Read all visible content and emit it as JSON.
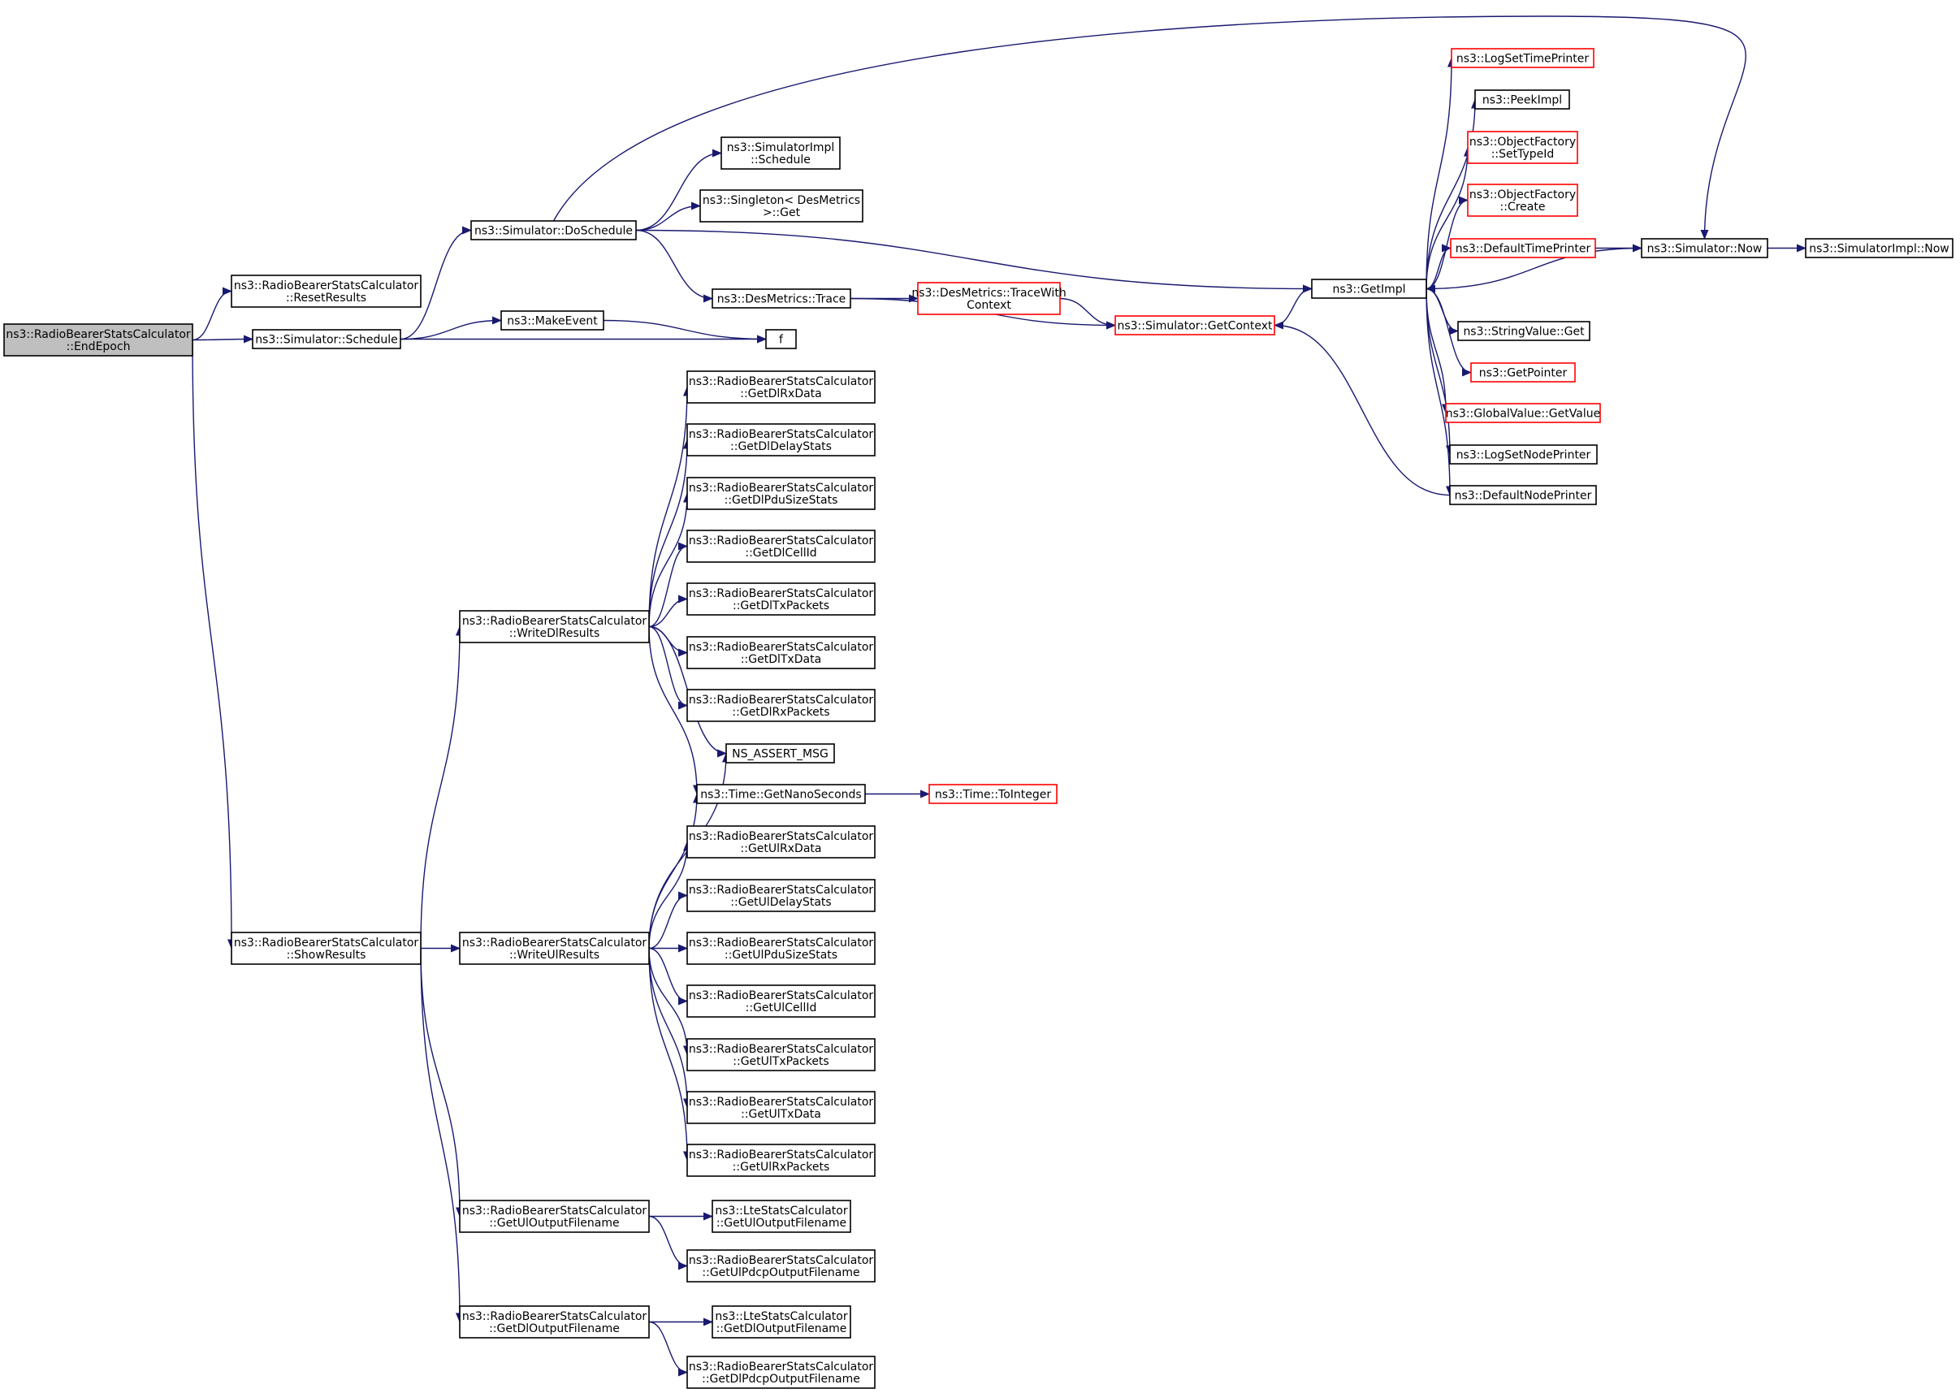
{
  "colors": {
    "edge": "#191970",
    "border_normal": "#000000",
    "border_truncated": "#ff0000",
    "root_fill": "#bfbfbf",
    "fill": "#ffffff"
  },
  "nodes": [
    {
      "id": "endEpoch",
      "lines": [
        "ns3::RadioBearerStatsCalculator",
        "::EndEpoch"
      ],
      "style": "root"
    },
    {
      "id": "resetResults",
      "lines": [
        "ns3::RadioBearerStatsCalculator",
        "::ResetResults"
      ],
      "style": "normal"
    },
    {
      "id": "simSchedule",
      "lines": [
        "ns3::Simulator::Schedule"
      ],
      "style": "normal"
    },
    {
      "id": "showResults",
      "lines": [
        "ns3::RadioBearerStatsCalculator",
        "::ShowResults"
      ],
      "style": "normal"
    },
    {
      "id": "doSchedule",
      "lines": [
        "ns3::Simulator::DoSchedule"
      ],
      "style": "normal"
    },
    {
      "id": "makeEvent",
      "lines": [
        "ns3::MakeEvent"
      ],
      "style": "normal"
    },
    {
      "id": "f",
      "lines": [
        "f"
      ],
      "style": "normal"
    },
    {
      "id": "simImplSchedule",
      "lines": [
        "ns3::SimulatorImpl",
        "::Schedule"
      ],
      "style": "normal"
    },
    {
      "id": "singletonGet",
      "lines": [
        "ns3::Singleton< DesMetrics",
        ">::Get"
      ],
      "style": "normal"
    },
    {
      "id": "desTrace",
      "lines": [
        "ns3::DesMetrics::Trace"
      ],
      "style": "normal"
    },
    {
      "id": "traceWithContext",
      "lines": [
        "ns3::DesMetrics::TraceWith",
        "Context"
      ],
      "style": "truncated"
    },
    {
      "id": "getContext",
      "lines": [
        "ns3::Simulator::GetContext"
      ],
      "style": "truncated"
    },
    {
      "id": "getImpl",
      "lines": [
        "ns3::GetImpl"
      ],
      "style": "normal"
    },
    {
      "id": "logSetTimePrinter",
      "lines": [
        "ns3::LogSetTimePrinter"
      ],
      "style": "truncated"
    },
    {
      "id": "peekImpl",
      "lines": [
        "ns3::PeekImpl"
      ],
      "style": "normal"
    },
    {
      "id": "setTypeId",
      "lines": [
        "ns3::ObjectFactory",
        "::SetTypeId"
      ],
      "style": "truncated"
    },
    {
      "id": "ofCreate",
      "lines": [
        "ns3::ObjectFactory",
        "::Create"
      ],
      "style": "truncated"
    },
    {
      "id": "defaultTimePrinter",
      "lines": [
        "ns3::DefaultTimePrinter"
      ],
      "style": "truncated"
    },
    {
      "id": "simNow",
      "lines": [
        "ns3::Simulator::Now"
      ],
      "style": "normal"
    },
    {
      "id": "simImplNow",
      "lines": [
        "ns3::SimulatorImpl::Now"
      ],
      "style": "normal"
    },
    {
      "id": "stringValueGet",
      "lines": [
        "ns3::StringValue::Get"
      ],
      "style": "normal"
    },
    {
      "id": "getPointer",
      "lines": [
        "ns3::GetPointer"
      ],
      "style": "truncated"
    },
    {
      "id": "globalGetValue",
      "lines": [
        "ns3::GlobalValue::GetValue"
      ],
      "style": "truncated"
    },
    {
      "id": "logSetNodePrinter",
      "lines": [
        "ns3::LogSetNodePrinter"
      ],
      "style": "normal"
    },
    {
      "id": "defaultNodePrinter",
      "lines": [
        "ns3::DefaultNodePrinter"
      ],
      "style": "normal"
    },
    {
      "id": "writeDl",
      "lines": [
        "ns3::RadioBearerStatsCalculator",
        "::WriteDlResults"
      ],
      "style": "normal"
    },
    {
      "id": "getDlRxData",
      "lines": [
        "ns3::RadioBearerStatsCalculator",
        "::GetDlRxData"
      ],
      "style": "normal"
    },
    {
      "id": "getDlDelayStats",
      "lines": [
        "ns3::RadioBearerStatsCalculator",
        "::GetDlDelayStats"
      ],
      "style": "normal"
    },
    {
      "id": "getDlPduSizeStats",
      "lines": [
        "ns3::RadioBearerStatsCalculator",
        "::GetDlPduSizeStats"
      ],
      "style": "normal"
    },
    {
      "id": "getDlCellId",
      "lines": [
        "ns3::RadioBearerStatsCalculator",
        "::GetDlCellId"
      ],
      "style": "normal"
    },
    {
      "id": "getDlTxPackets",
      "lines": [
        "ns3::RadioBearerStatsCalculator",
        "::GetDlTxPackets"
      ],
      "style": "normal"
    },
    {
      "id": "getDlTxData",
      "lines": [
        "ns3::RadioBearerStatsCalculator",
        "::GetDlTxData"
      ],
      "style": "normal"
    },
    {
      "id": "getDlRxPackets",
      "lines": [
        "ns3::RadioBearerStatsCalculator",
        "::GetDlRxPackets"
      ],
      "style": "normal"
    },
    {
      "id": "nsAssertMsg",
      "lines": [
        "NS_ASSERT_MSG"
      ],
      "style": "normal"
    },
    {
      "id": "getNanoSeconds",
      "lines": [
        "ns3::Time::GetNanoSeconds"
      ],
      "style": "normal"
    },
    {
      "id": "toInteger",
      "lines": [
        "ns3::Time::ToInteger"
      ],
      "style": "truncated"
    },
    {
      "id": "writeUl",
      "lines": [
        "ns3::RadioBearerStatsCalculator",
        "::WriteUlResults"
      ],
      "style": "normal"
    },
    {
      "id": "getUlRxData",
      "lines": [
        "ns3::RadioBearerStatsCalculator",
        "::GetUlRxData"
      ],
      "style": "normal"
    },
    {
      "id": "getUlDelayStats",
      "lines": [
        "ns3::RadioBearerStatsCalculator",
        "::GetUlDelayStats"
      ],
      "style": "normal"
    },
    {
      "id": "getUlPduSizeStats",
      "lines": [
        "ns3::RadioBearerStatsCalculator",
        "::GetUlPduSizeStats"
      ],
      "style": "normal"
    },
    {
      "id": "getUlCellId",
      "lines": [
        "ns3::RadioBearerStatsCalculator",
        "::GetUlCellId"
      ],
      "style": "normal"
    },
    {
      "id": "getUlTxPackets",
      "lines": [
        "ns3::RadioBearerStatsCalculator",
        "::GetUlTxPackets"
      ],
      "style": "normal"
    },
    {
      "id": "getUlTxData",
      "lines": [
        "ns3::RadioBearerStatsCalculator",
        "::GetUlTxData"
      ],
      "style": "normal"
    },
    {
      "id": "getUlRxPackets",
      "lines": [
        "ns3::RadioBearerStatsCalculator",
        "::GetUlRxPackets"
      ],
      "style": "normal"
    },
    {
      "id": "getUlOutputFilename",
      "lines": [
        "ns3::RadioBearerStatsCalculator",
        "::GetUlOutputFilename"
      ],
      "style": "normal"
    },
    {
      "id": "lteGetUlOutputFilename",
      "lines": [
        "ns3::LteStatsCalculator",
        "::GetUlOutputFilename"
      ],
      "style": "normal"
    },
    {
      "id": "getUlPdcpOutputFilename",
      "lines": [
        "ns3::RadioBearerStatsCalculator",
        "::GetUlPdcpOutputFilename"
      ],
      "style": "normal"
    },
    {
      "id": "getDlOutputFilename",
      "lines": [
        "ns3::RadioBearerStatsCalculator",
        "::GetDlOutputFilename"
      ],
      "style": "normal"
    },
    {
      "id": "lteGetDlOutputFilename",
      "lines": [
        "ns3::LteStatsCalculator",
        "::GetDlOutputFilename"
      ],
      "style": "normal"
    },
    {
      "id": "getDlPdcpOutputFilename",
      "lines": [
        "ns3::RadioBearerStatsCalculator",
        "::GetDlPdcpOutputFilename"
      ],
      "style": "normal"
    }
  ],
  "edges": [
    [
      "endEpoch",
      "resetResults"
    ],
    [
      "endEpoch",
      "simSchedule"
    ],
    [
      "endEpoch",
      "showResults"
    ],
    [
      "simSchedule",
      "doSchedule"
    ],
    [
      "simSchedule",
      "makeEvent"
    ],
    [
      "simSchedule",
      "f"
    ],
    [
      "makeEvent",
      "f"
    ],
    [
      "doSchedule",
      "simImplSchedule"
    ],
    [
      "doSchedule",
      "singletonGet"
    ],
    [
      "doSchedule",
      "desTrace"
    ],
    [
      "doSchedule",
      "getImpl"
    ],
    [
      "doSchedule",
      "simNow"
    ],
    [
      "desTrace",
      "traceWithContext"
    ],
    [
      "desTrace",
      "getContext"
    ],
    [
      "traceWithContext",
      "getContext"
    ],
    [
      "getContext",
      "getImpl"
    ],
    [
      "getImpl",
      "logSetTimePrinter"
    ],
    [
      "getImpl",
      "peekImpl"
    ],
    [
      "getImpl",
      "setTypeId"
    ],
    [
      "getImpl",
      "ofCreate"
    ],
    [
      "getImpl",
      "defaultTimePrinter"
    ],
    [
      "getImpl",
      "stringValueGet"
    ],
    [
      "getImpl",
      "getPointer"
    ],
    [
      "getImpl",
      "globalGetValue"
    ],
    [
      "getImpl",
      "logSetNodePrinter"
    ],
    [
      "getImpl",
      "defaultNodePrinter"
    ],
    [
      "defaultTimePrinter",
      "simNow"
    ],
    [
      "simNow",
      "simImplNow"
    ],
    [
      "simNow",
      "getImpl"
    ],
    [
      "defaultNodePrinter",
      "getContext"
    ],
    [
      "showResults",
      "writeDl"
    ],
    [
      "showResults",
      "writeUl"
    ],
    [
      "showResults",
      "getUlOutputFilename"
    ],
    [
      "showResults",
      "getDlOutputFilename"
    ],
    [
      "writeDl",
      "getDlRxData"
    ],
    [
      "writeDl",
      "getDlDelayStats"
    ],
    [
      "writeDl",
      "getDlPduSizeStats"
    ],
    [
      "writeDl",
      "getDlCellId"
    ],
    [
      "writeDl",
      "getDlTxPackets"
    ],
    [
      "writeDl",
      "getDlTxData"
    ],
    [
      "writeDl",
      "getDlRxPackets"
    ],
    [
      "writeDl",
      "nsAssertMsg"
    ],
    [
      "writeDl",
      "getNanoSeconds"
    ],
    [
      "getNanoSeconds",
      "toInteger"
    ],
    [
      "writeUl",
      "nsAssertMsg"
    ],
    [
      "writeUl",
      "getNanoSeconds"
    ],
    [
      "writeUl",
      "getUlRxData"
    ],
    [
      "writeUl",
      "getUlDelayStats"
    ],
    [
      "writeUl",
      "getUlPduSizeStats"
    ],
    [
      "writeUl",
      "getUlCellId"
    ],
    [
      "writeUl",
      "getUlTxPackets"
    ],
    [
      "writeUl",
      "getUlTxData"
    ],
    [
      "writeUl",
      "getUlRxPackets"
    ],
    [
      "getUlOutputFilename",
      "lteGetUlOutputFilename"
    ],
    [
      "getUlOutputFilename",
      "getUlPdcpOutputFilename"
    ],
    [
      "getDlOutputFilename",
      "lteGetDlOutputFilename"
    ],
    [
      "getDlOutputFilename",
      "getDlPdcpOutputFilename"
    ]
  ]
}
